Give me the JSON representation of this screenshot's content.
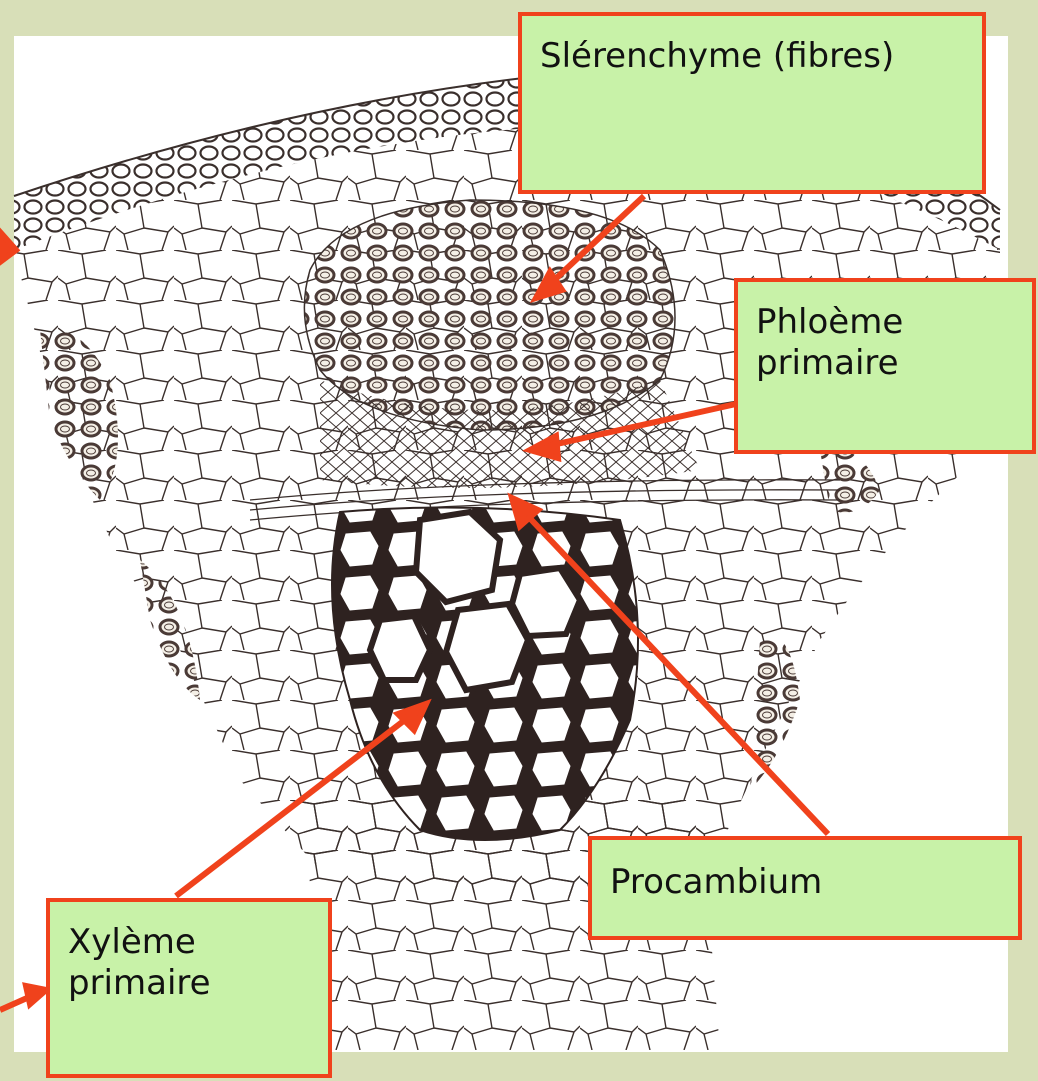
{
  "labels": {
    "sclerenchyme": "Slérenchyme (fibres)",
    "phloeme": "Phloème\nprimaire",
    "procambium": "Procambium",
    "xyleme": "Xylème\nprimaire"
  },
  "colors": {
    "background": "#d8dfb8",
    "label_fill": "#c8f2a8",
    "label_border": "#f0421c",
    "arrow": "#f0421c",
    "cell_wall": "#3a2f2c",
    "tissue_fill": "#ffffff"
  }
}
